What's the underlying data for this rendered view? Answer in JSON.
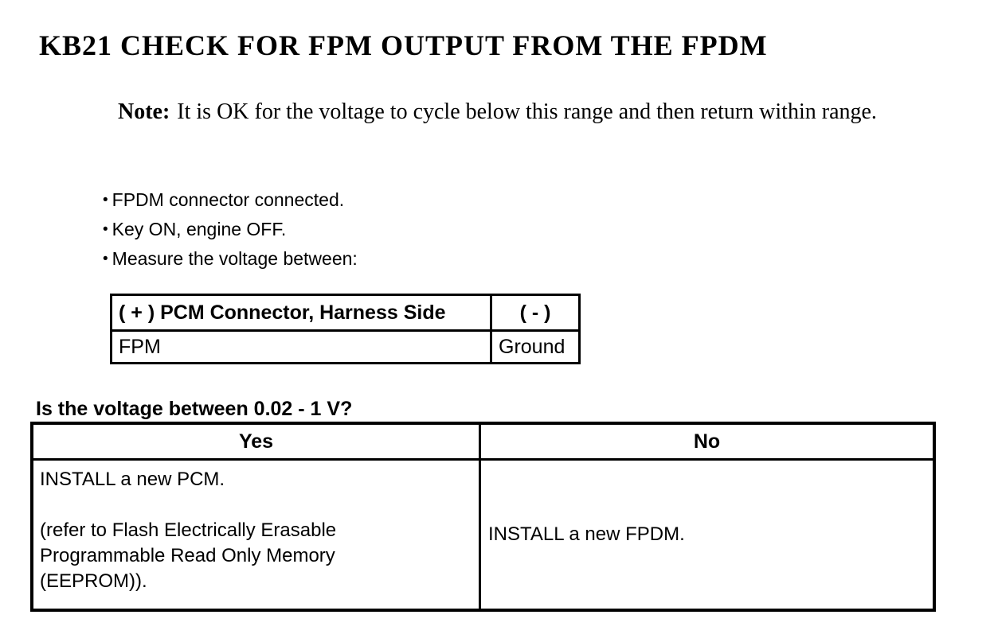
{
  "page": {
    "title": "KB21 CHECK FOR FPM OUTPUT FROM THE FPDM",
    "note": {
      "label": "Note:",
      "text": "It is OK for the voltage to cycle below this range and then return within range."
    },
    "bullets": [
      "FPDM connector connected.",
      "Key ON, engine OFF.",
      "Measure the voltage between:"
    ],
    "bullet_glyph": "●",
    "measurement_table": {
      "header": {
        "plus": "( + ) PCM Connector, Harness Side",
        "minus": "( - )"
      },
      "row": {
        "plus": "FPM",
        "minus": "Ground"
      }
    },
    "question": "Is the voltage between 0.02 - 1 V?",
    "decision_table": {
      "yes_header": "Yes",
      "no_header": "No",
      "yes_action": "INSTALL a new PCM.\n\n(refer to Flash Electrically Erasable\nProgrammable Read Only Memory\n(EEPROM)).",
      "no_action": "INSTALL a new FPDM."
    }
  },
  "colors": {
    "text": "#000000",
    "background": "#ffffff",
    "table_border": "#000000"
  }
}
